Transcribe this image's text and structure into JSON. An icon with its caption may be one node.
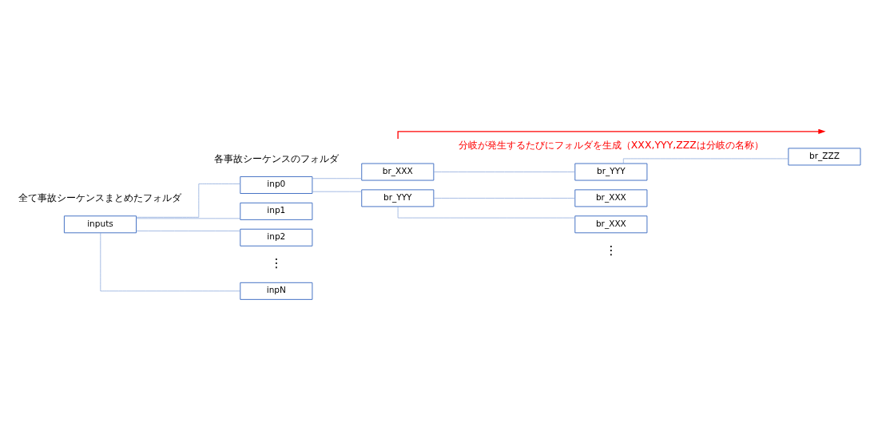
{
  "diagram": {
    "nodes": [
      {
        "text": [
          "inputs"
        ]
      },
      {
        "text": [
          "inp0"
        ]
      },
      {
        "text": [
          "br_XXX"
        ]
      },
      {
        "text": [
          "br_YYY"
        ]
      },
      {
        "text": [
          "br_ZZZ"
        ]
      },
      {
        "text": [
          "br_YYY"
        ]
      },
      {
        "text": [
          "br_XXX"
        ]
      },
      {
        "text": [
          "inp1"
        ]
      },
      {
        "text": [
          "br_XXX"
        ]
      },
      {
        "text": [
          "inp2"
        ]
      },
      {
        "text": [
          "inpN"
        ]
      }
    ],
    "edges": [
      {
        "from": 0,
        "to": 1,
        "arrow": "none"
      },
      {
        "from": 0,
        "to": 7,
        "arrow": "none"
      },
      {
        "from": 0,
        "to": 9,
        "arrow": "none"
      },
      {
        "from": 0,
        "to": 10,
        "arrow": "none"
      },
      {
        "from": 1,
        "to": 2,
        "arrow": "none"
      },
      {
        "from": 1,
        "to": 5,
        "arrow": "none"
      },
      {
        "from": 2,
        "to": 3,
        "arrow": "none"
      },
      {
        "from": 3,
        "to": 4,
        "arrow": "none"
      },
      {
        "from": 5,
        "to": 6,
        "arrow": "none"
      },
      {
        "from": 5,
        "to": 8,
        "arrow": "none"
      }
    ],
    "labels": [
      "全て事故シーケンスまとめたフォルダ",
      "各事故シーケンスのフォルダ",
      "分岐が発生するたびにフォルダを生成（XXX,YYY,ZZZは分岐の名称）",
      "⋮",
      "⋮"
    ]
  }
}
